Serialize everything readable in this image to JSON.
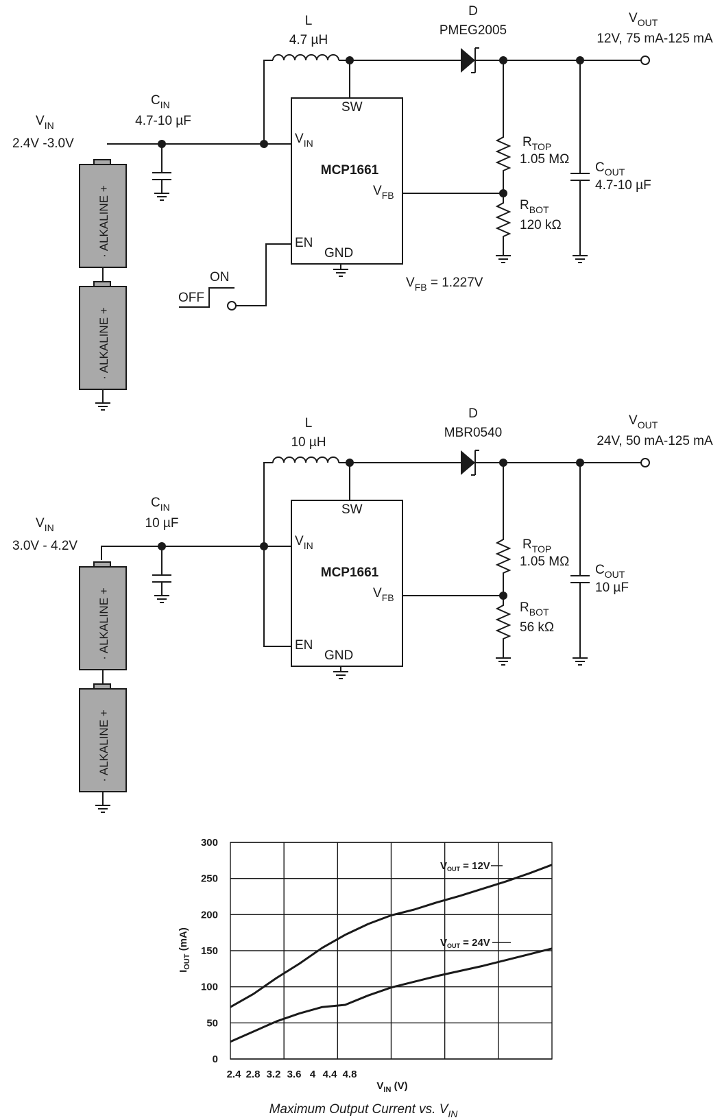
{
  "circuit1": {
    "inductor_label": "L",
    "inductor_value": "4.7 µH",
    "diode_label": "D",
    "diode_part": "PMEG2005",
    "vout_label": "V",
    "vout_sub": "OUT",
    "vout_spec": "12V, 75 mA-125 mA",
    "vin_label": "V",
    "vin_sub": "IN",
    "vin_range": "2.4V -3.0V",
    "cin_label": "C",
    "cin_sub": "IN",
    "cin_value": "4.7-10 µF",
    "chip": "MCP1661",
    "pin_sw": "SW",
    "pin_vin": "V",
    "pin_vin_sub": "IN",
    "pin_vfb": "V",
    "pin_vfb_sub": "FB",
    "pin_en": "EN",
    "pin_gnd": "GND",
    "rtop_label": "R",
    "rtop_sub": "TOP",
    "rtop_value": "1.05 MΩ",
    "rbot_label": "R",
    "rbot_sub": "BOT",
    "rbot_value": "120 kΩ",
    "cout_label": "C",
    "cout_sub": "OUT",
    "cout_value": "4.7-10 µF",
    "switch_on": "ON",
    "switch_off": "OFF",
    "vfb_note_label": "V",
    "vfb_note_sub": "FB",
    "vfb_note_value": " = 1.227V",
    "battery": "ALKALINE"
  },
  "circuit2": {
    "inductor_label": "L",
    "inductor_value": "10 µH",
    "diode_label": "D",
    "diode_part": "MBR0540",
    "vout_label": "V",
    "vout_sub": "OUT",
    "vout_spec": "24V, 50 mA-125 mA",
    "vin_label": "V",
    "vin_sub": "IN",
    "vin_range": "3.0V - 4.2V",
    "cin_label": "C",
    "cin_sub": "IN",
    "cin_value": "10 µF",
    "chip": "MCP1661",
    "pin_sw": "SW",
    "pin_vin": "V",
    "pin_vin_sub": "IN",
    "pin_vfb": "V",
    "pin_vfb_sub": "FB",
    "pin_en": "EN",
    "pin_gnd": "GND",
    "rtop_label": "R",
    "rtop_sub": "TOP",
    "rtop_value": "1.05 MΩ",
    "rbot_label": "R",
    "rbot_sub": "BOT",
    "rbot_value": "56 kΩ",
    "cout_label": "C",
    "cout_sub": "OUT",
    "cout_value": "10 µF",
    "battery": "ALKALINE"
  },
  "chart_data": {
    "type": "line",
    "title": "Maximum Output Current vs. V",
    "title_sub": "IN",
    "xlabel": "V",
    "xlabel_sub": "IN",
    "xlabel_unit": " (V)",
    "ylabel": "I",
    "ylabel_sub": "OUT",
    "ylabel_unit": " (mA)",
    "x_ticks": [
      "2.4",
      "2.8",
      "3.2",
      "3.6",
      "4",
      "4.4",
      "4.8"
    ],
    "x_range": [
      2.4,
      5.2
    ],
    "y_ticks": [
      "300",
      "250",
      "200",
      "150",
      "100",
      "50",
      "0"
    ],
    "ylim": [
      0,
      300
    ],
    "grid": true,
    "series": [
      {
        "name": "V",
        "name_sub": "OUT",
        "name_value": " = 12V",
        "x": [
          2.4,
          2.6,
          2.8,
          3.0,
          3.2,
          3.4,
          3.6,
          3.8,
          4.0,
          4.2,
          4.4,
          4.6,
          4.8,
          5.0,
          5.2
        ],
        "values": [
          72,
          90,
          112,
          132,
          154,
          172,
          187,
          199,
          207,
          217,
          226,
          236,
          246,
          257,
          269
        ]
      },
      {
        "name": "V",
        "name_sub": "OUT",
        "name_value": " = 24V",
        "x": [
          2.4,
          2.6,
          2.8,
          3.0,
          3.2,
          3.4,
          3.6,
          3.8,
          4.0,
          4.2,
          4.4,
          4.6,
          4.8,
          5.0,
          5.2
        ],
        "values": [
          24,
          38,
          52,
          63,
          72,
          75,
          88,
          99,
          107,
          115,
          122,
          129,
          137,
          145,
          153
        ]
      }
    ]
  }
}
